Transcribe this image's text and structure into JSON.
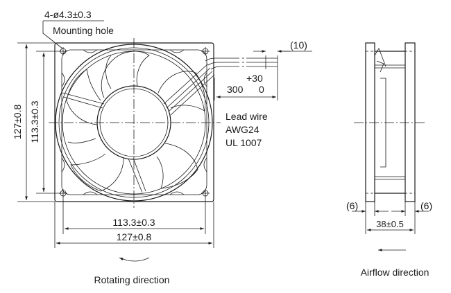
{
  "front_view": {
    "hole_spec": "4-ø4.3±0.3",
    "hole_label": "Mounting hole",
    "lead_extra": "(10)",
    "lead_tol": "+30",
    "lead_len": "300",
    "lead_tol_low": "0",
    "lead_wire_label": "Lead wire",
    "lead_wire_gauge": "AWG24",
    "lead_wire_std": "UL 1007",
    "dim_inner_h": "113.3±0.3",
    "dim_outer_h": "127±0.8",
    "dim_inner_v": "113.3±0.3",
    "dim_outer_v": "127±0.8",
    "rotating_label": "Rotating direction"
  },
  "side_view": {
    "dim_left": "(6)",
    "dim_right": "(6)",
    "dim_depth": "38±0.5",
    "airflow_label": "Airflow direction"
  }
}
